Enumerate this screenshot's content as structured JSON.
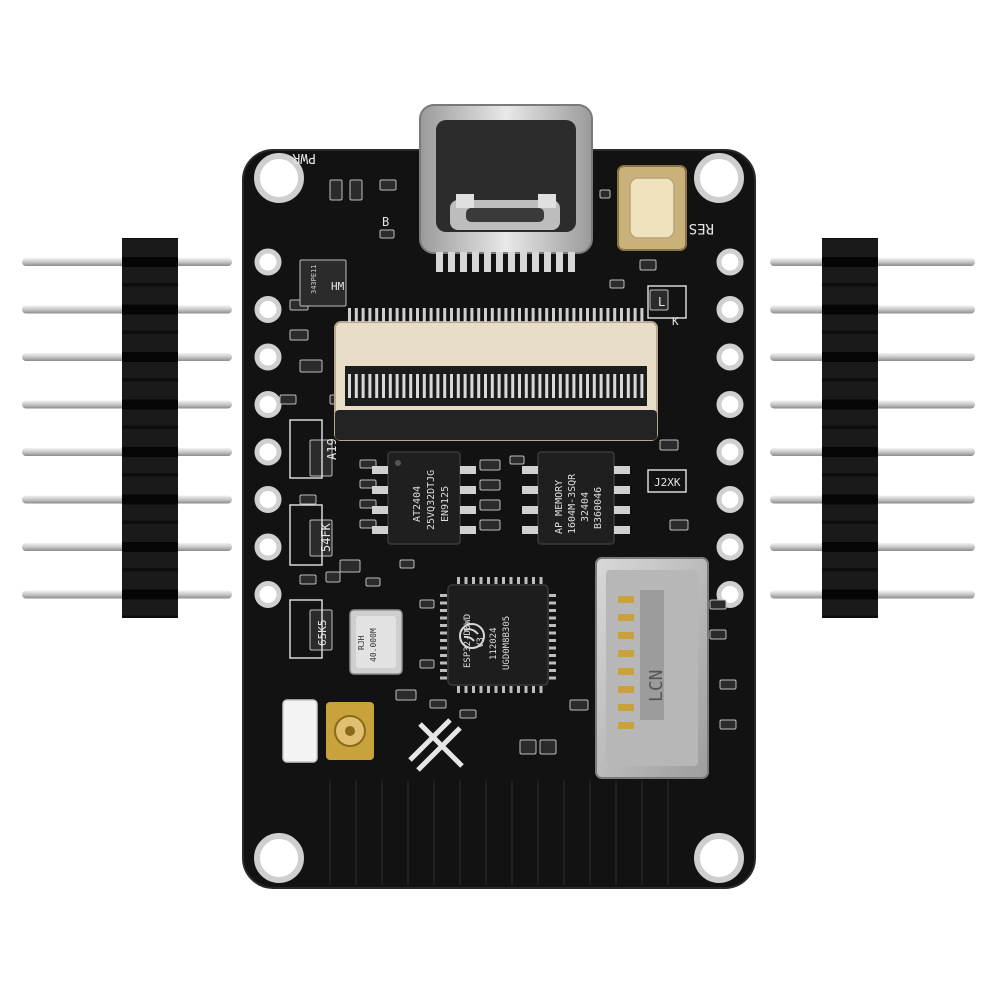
{
  "scene": {
    "colors": {
      "background": "#ffffff",
      "pcb": "#121212",
      "pcb_edge": "#222222",
      "silkscreen": "#e6e6e6",
      "pad": "#d8d8d8",
      "header_plastic": "#0d0d0d",
      "header_pin": "#c8c8c8",
      "usb_metal": "#cfcfcf",
      "button_cap": "#efe3bd",
      "connector_tan": "#e8ddc7",
      "sd_metal": "#bdbdbd",
      "gold": "#c8a23a"
    },
    "board": {
      "silk_pwr": "PWR",
      "silk_res": "RES",
      "silk_b": "B",
      "silk_l": "L",
      "silk_k": "K",
      "silk_lcn": "LCN",
      "silk_a19": "A19",
      "silk_54fk": "54FK",
      "silk_65k5": "65K5",
      "silk_j2xk": "J2XK",
      "silk_hm": "HM",
      "silk_343pe": "343PE11"
    },
    "chips": {
      "flash": {
        "line1": "AT2404",
        "line2": "25VQ32DTJG",
        "line3": "EN9125"
      },
      "psram": {
        "line1": "AP MEMORY",
        "line2": "1604M-3SQR",
        "line3": "32404",
        "line4": "B360046"
      },
      "mcu": {
        "line1": "ESP32-D0WD",
        "line2": "V3",
        "line3": "112024",
        "line4": "UGD0M8B305"
      },
      "crystal": {
        "line1": "RJH",
        "line2": "40.000M"
      }
    }
  }
}
